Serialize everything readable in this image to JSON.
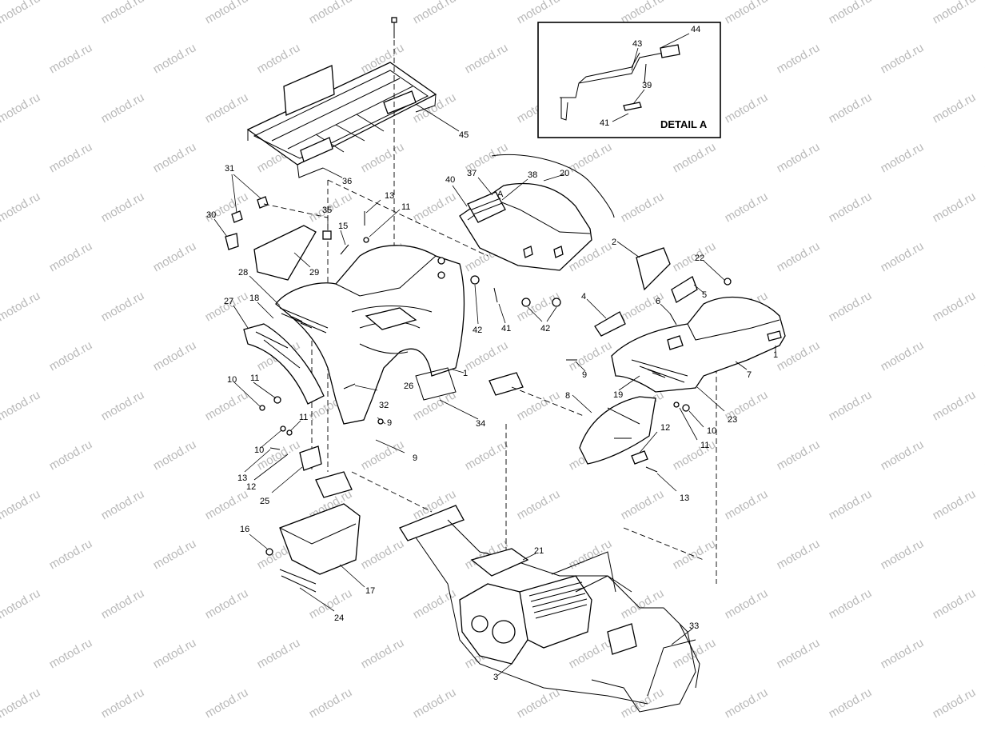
{
  "watermark": "motod.ru",
  "detail": {
    "title": "DETAIL A"
  },
  "callouts": {
    "c1a": "1",
    "c1b": "1",
    "c2": "2",
    "c3": "3",
    "c4": "4",
    "c5": "5",
    "c6": "6",
    "c7": "7",
    "c8": "8",
    "c9a": "9",
    "c9b": "9",
    "c9c": "9",
    "c10a": "10",
    "c10b": "10",
    "c10c": "10",
    "c11a": "11",
    "c11b": "11",
    "c11c": "11",
    "c11d": "11",
    "c12a": "12",
    "c12b": "12",
    "c13a": "13",
    "c13b": "13",
    "c13c": "13",
    "c15": "15",
    "c16": "16",
    "c17": "17",
    "c18": "18",
    "c19": "19",
    "c20": "20",
    "c21": "21",
    "c22": "22",
    "c23": "23",
    "c24": "24",
    "c25": "25",
    "c26": "26",
    "c27": "27",
    "c28": "28",
    "c29": "29",
    "c30": "30",
    "c31": "31",
    "c32": "32",
    "c33": "33",
    "c34": "34",
    "c35": "35",
    "c36": "36",
    "c37": "37",
    "c38": "38",
    "c39": "39",
    "c40": "40",
    "c41a": "41",
    "c41b": "41",
    "c42a": "42",
    "c42b": "42",
    "c43": "43",
    "c44": "44",
    "c45": "45",
    "cA": "A"
  }
}
